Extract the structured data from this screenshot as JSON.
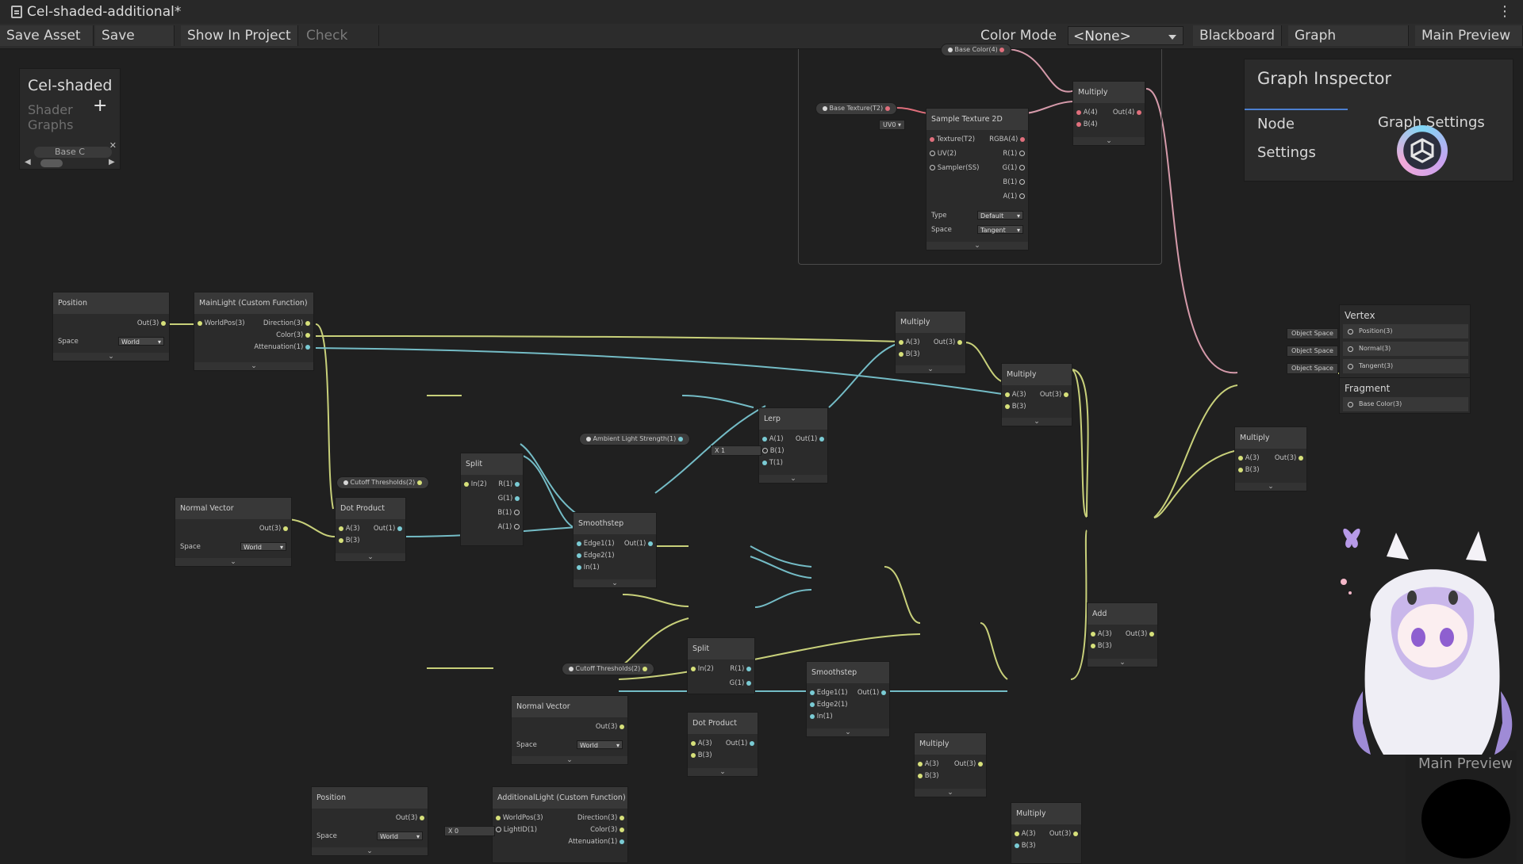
{
  "window": {
    "title": "Cel-shaded-additional*"
  },
  "toolbar": {
    "save_asset": "Save Asset",
    "save_as": "Save As...",
    "show_in_project": "Show In Project",
    "check_out": "Check Out",
    "color_mode_label": "Color Mode",
    "color_mode_value": "<None>",
    "blackboard": "Blackboard",
    "graph_inspector": "Graph Inspector",
    "main_preview": "Main Preview"
  },
  "blackboard": {
    "title": "Cel-shaded",
    "subtitle": "Shader Graphs",
    "item": "Base C"
  },
  "graph_inspector": {
    "title": "Graph Inspector",
    "tab_node": "Node Settings",
    "tab_graph": "Graph Settings"
  },
  "main_preview": {
    "title": "Main Preview"
  },
  "nodes": {
    "position1": {
      "title": "Position",
      "out": "Out(3)",
      "space_label": "Space",
      "space_value": "World"
    },
    "mainlight": {
      "title": "MainLight (Custom Function)",
      "in": "WorldPos(3)",
      "out1": "Direction(3)",
      "out2": "Color(3)",
      "out3": "Attenuation(1)"
    },
    "multiply_top": {
      "title": "Multiply",
      "a": "A(4)",
      "b": "B(4)",
      "out": "Out(4)"
    },
    "sample_tex": {
      "title": "Sample Texture 2D",
      "in1": "Texture(T2)",
      "in2": "UV(2)",
      "in3": "Sampler(SS)",
      "o1": "RGBA(4)",
      "o2": "R(1)",
      "o3": "G(1)",
      "o4": "B(1)",
      "o5": "A(1)",
      "type_label": "Type",
      "type_value": "Default",
      "space_label": "Space",
      "space_value": "Tangent",
      "uv_value": "UV0"
    },
    "base_color_prop": "Base Color(4)",
    "base_texture_prop": "Base Texture(T2)",
    "multiply1": {
      "title": "Multiply",
      "a": "A(3)",
      "b": "B(3)",
      "out": "Out(3)"
    },
    "multiply2": {
      "title": "Multiply",
      "a": "A(3)",
      "b": "B(3)",
      "out": "Out(3)"
    },
    "lerp": {
      "title": "Lerp",
      "a": "A(1)",
      "b": "B(1)",
      "t": "T(1)",
      "out": "Out(1)",
      "x_label": "X",
      "x_value": "1"
    },
    "ambient_prop": "Ambient Light Strength(1)",
    "cutoff_prop1": "Cutoff Thresholds(2)",
    "split1": {
      "title": "Split",
      "in": "In(2)",
      "r": "R(1)",
      "g": "G(1)",
      "b": "B(1)",
      "a": "A(1)"
    },
    "smoothstep1": {
      "title": "Smoothstep",
      "e1": "Edge1(1)",
      "e2": "Edge2(1)",
      "in": "In(1)",
      "out": "Out(1)"
    },
    "normal1": {
      "title": "Normal Vector",
      "out": "Out(3)",
      "space_label": "Space",
      "space_value": "World"
    },
    "dot1": {
      "title": "Dot Product",
      "a": "A(3)",
      "b": "B(3)",
      "out": "Out(1)"
    },
    "multiply3": {
      "title": "Multiply",
      "a": "A(3)",
      "b": "B(3)",
      "out": "Out(3)"
    },
    "add": {
      "title": "Add",
      "a": "A(3)",
      "b": "B(3)",
      "out": "Out(3)"
    },
    "split2": {
      "title": "Split",
      "in": "In(2)",
      "r": "R(1)",
      "g": "G(1)"
    },
    "cutoff_prop2": "Cutoff Thresholds(2)",
    "smoothstep2": {
      "title": "Smoothstep",
      "e1": "Edge1(1)",
      "e2": "Edge2(1)",
      "in": "In(1)",
      "out": "Out(1)"
    },
    "normal2": {
      "title": "Normal Vector",
      "out": "Out(3)",
      "space_label": "Space",
      "space_value": "World"
    },
    "dot2": {
      "title": "Dot Product",
      "a": "A(3)",
      "b": "B(3)",
      "out": "Out(1)"
    },
    "multiply4": {
      "title": "Multiply",
      "a": "A(3)",
      "b": "B(3)",
      "out": "Out(3)"
    },
    "multiply5": {
      "title": "Multiply",
      "a": "A(3)",
      "b": "B(3)",
      "out": "Out(3)"
    },
    "position2": {
      "title": "Position",
      "out": "Out(3)",
      "space_label": "Space",
      "space_value": "World"
    },
    "addlight": {
      "title": "AdditionalLight (Custom Function)",
      "in1": "WorldPos(3)",
      "in2": "LightID(1)",
      "out1": "Direction(3)",
      "out2": "Color(3)",
      "out3": "Attenuation(1)",
      "x_label": "X",
      "x_value": "0"
    }
  },
  "vertex": {
    "title": "Vertex",
    "s1": "Position(3)",
    "s2": "Normal(3)",
    "s3": "Tangent(3)",
    "t1": "Object Space",
    "t2": "Object Space",
    "t3": "Object Space"
  },
  "fragment": {
    "title": "Fragment",
    "s1": "Base Color(3)"
  },
  "colors": {
    "vec_wire": "#c8d07a",
    "float_wire": "#74bcc6",
    "color_wire": "#d59aaa",
    "bg": "#202020"
  }
}
